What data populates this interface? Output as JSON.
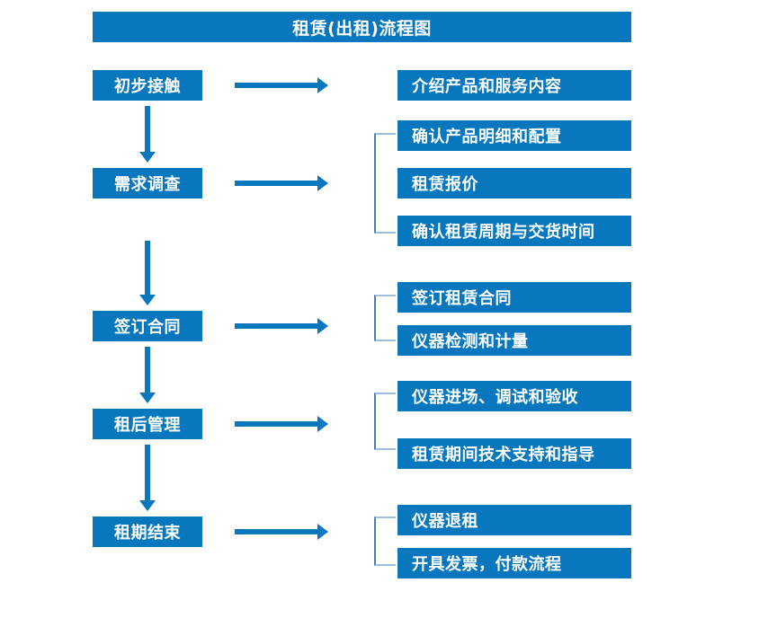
{
  "diagram": {
    "title": "租赁(出租)流程图",
    "accent_color": "#0877BE",
    "bracket_color": "#4A7FB5",
    "text_color": "#FFFFFF",
    "background_color": "#FFFFFF"
  },
  "stages": [
    {
      "label": "初步接触"
    },
    {
      "label": "需求调查"
    },
    {
      "label": "签订合同"
    },
    {
      "label": "租后管理"
    },
    {
      "label": "租期结束"
    }
  ],
  "details": {
    "group1": [
      {
        "label": "介绍产品和服务内容"
      }
    ],
    "group2": [
      {
        "label": "确认产品明细和配置"
      },
      {
        "label": "租赁报价"
      },
      {
        "label": "确认租赁周期与交货时间"
      }
    ],
    "group3": [
      {
        "label": "签订租赁合同"
      },
      {
        "label": "仪器检测和计量"
      }
    ],
    "group4": [
      {
        "label": "仪器进场、调试和验收"
      },
      {
        "label": "租赁期间技术支持和指导"
      }
    ],
    "group5": [
      {
        "label": "仪器退租"
      },
      {
        "label": "开具发票，付款流程"
      }
    ]
  }
}
